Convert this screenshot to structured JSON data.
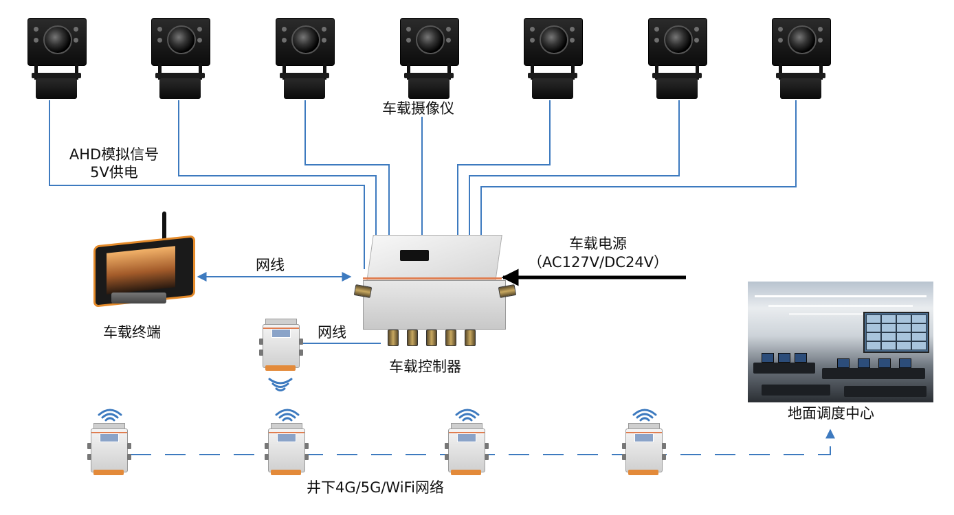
{
  "diagram": {
    "camera_group_label": "车载摄像仪",
    "camera_link_label_line1": "AHD模拟信号",
    "camera_link_label_line2": "5V供电",
    "power_label_line1": "车载电源",
    "power_label_line2": "（AC127V/DC24V）",
    "terminal_link_label": "网线",
    "terminal_label": "车载终端",
    "ap_link_label": "网线",
    "controller_label": "车载控制器",
    "center_label": "地面调度中心",
    "network_label": "井下4G/5G/WiFi网络"
  },
  "colors": {
    "link_blue": "#3d7abf",
    "arrow_black": "#000000",
    "accent_orange": "#e07d4f"
  },
  "icons": {
    "camera": "vehicle-camera-icon",
    "controller": "controller-box-icon",
    "terminal": "tablet-terminal-icon",
    "access_point": "wireless-access-point-icon",
    "wifi": "wifi-signal-icon",
    "control_room": "control-room-photo"
  }
}
